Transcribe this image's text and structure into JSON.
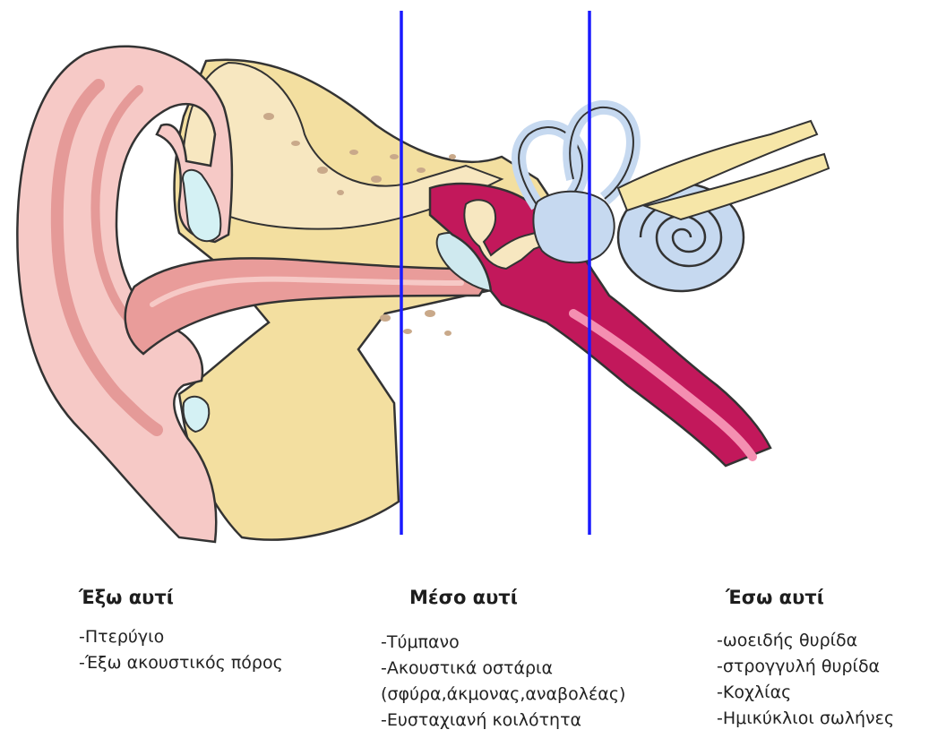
{
  "sections": {
    "outer": {
      "title": "Έξω αυτί",
      "items": [
        "-Πτερύγιο",
        "-Έξω ακουστικός πόρος"
      ]
    },
    "middle": {
      "title": "Μέσο αυτί",
      "items": [
        "-Τύμπανο",
        "-Ακουστικά οστάρια",
        "(σφύρα,άκμονας,αναβολέας)",
        "-Ευσταχιανή κοιλότητα"
      ]
    },
    "inner": {
      "title": "Έσω αυτί",
      "items": [
        "-ωοειδής θυρίδα",
        "-στρογγυλή θυρίδα",
        "-Κοχλίας",
        "-Ημικύκλιοι σωλήνες"
      ]
    }
  },
  "colors": {
    "divider": "#1a1aff",
    "skin": "#f6c9c6",
    "skin_dark": "#e59a98",
    "bone": "#f3dfa0",
    "cartilage": "#f7e7c0",
    "labyrinth": "#c6d9f0",
    "cavity": "#c2185b",
    "eardrum": "#cfe9ef"
  }
}
